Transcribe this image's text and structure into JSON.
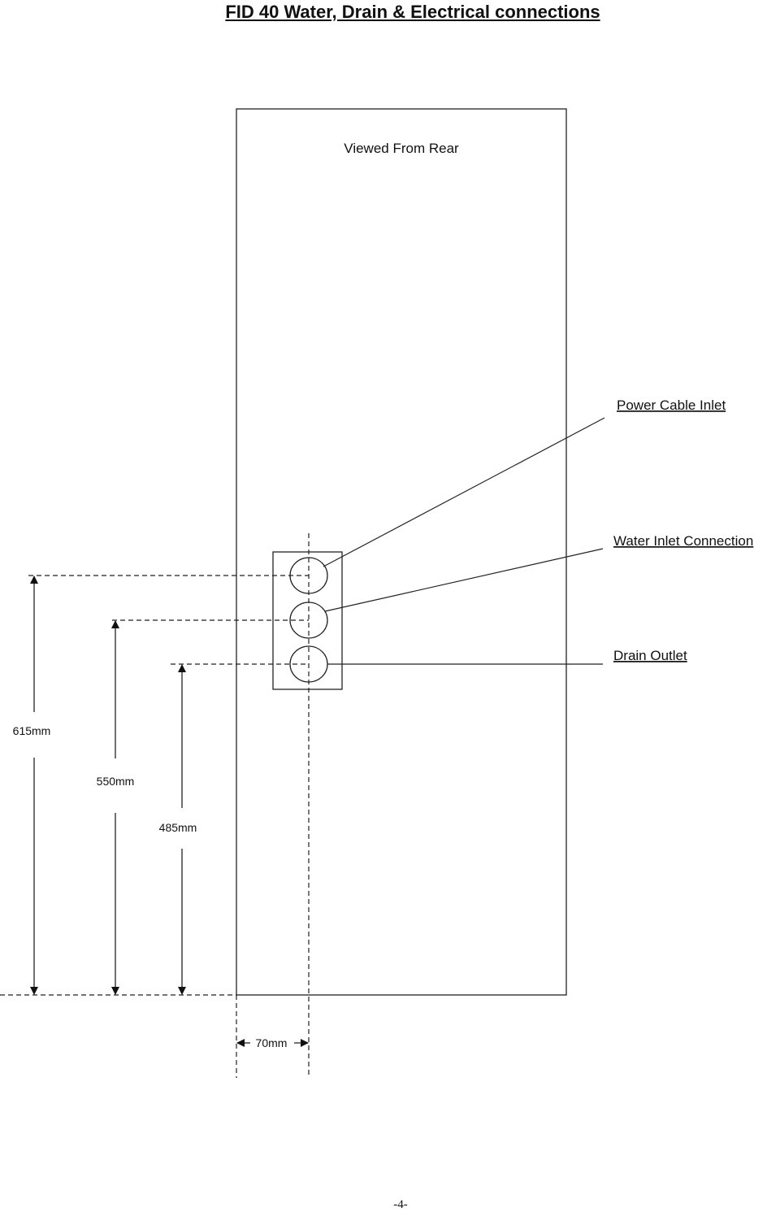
{
  "document": {
    "title": "FID 40 Water, Drain & Electrical connections",
    "page_number": "-4-"
  },
  "diagram": {
    "view_label": "Viewed From Rear",
    "connections": [
      {
        "label": "Power Cable Inlet"
      },
      {
        "label": "Water Inlet Connection"
      },
      {
        "label": "Drain Outlet"
      }
    ],
    "dimensions": {
      "power_height": "615mm",
      "water_height": "550mm",
      "drain_height": "485mm",
      "side_offset": "70mm"
    }
  }
}
